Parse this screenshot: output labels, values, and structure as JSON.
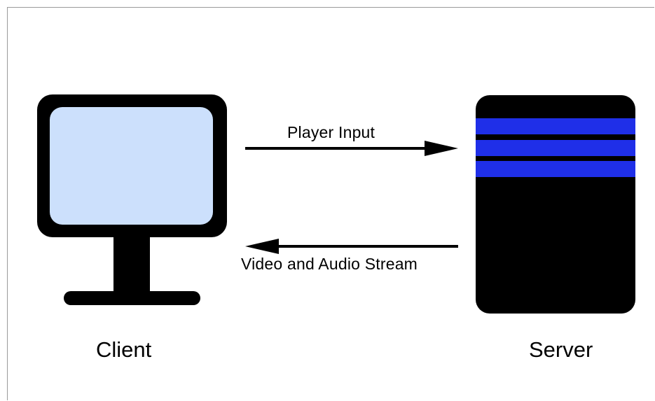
{
  "diagram": {
    "client": {
      "label": "Client",
      "screen_color": "#cce0fc",
      "body_color": "#000000"
    },
    "server": {
      "label": "Server",
      "stripe_color": "#1f2fe8",
      "body_color": "#000000"
    },
    "arrows": [
      {
        "label": "Player Input",
        "direction": "client-to-server"
      },
      {
        "label": "Video and Audio Stream",
        "direction": "server-to-client"
      }
    ]
  }
}
